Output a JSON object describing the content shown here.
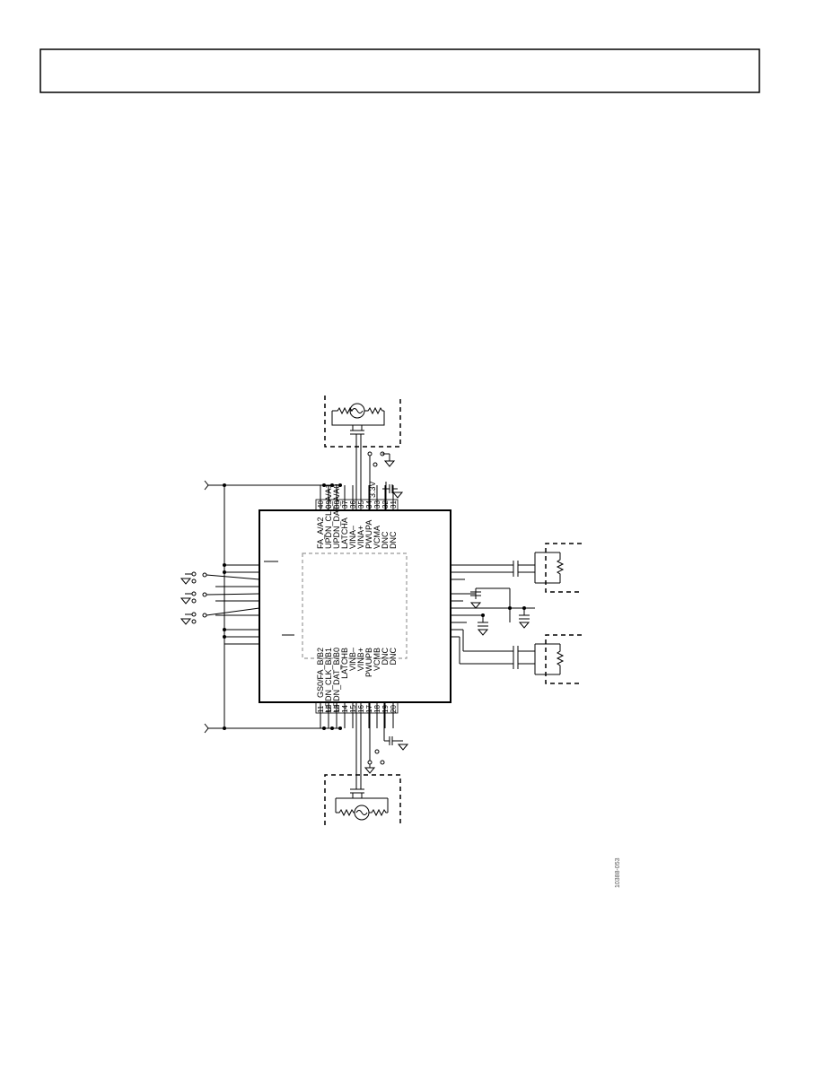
{
  "header": {
    "text": ""
  },
  "schematic": {
    "top_pins": [
      {
        "num": "40",
        "name": "FA_A/A2"
      },
      {
        "num": "39",
        "name": "UPDN_CLK_A/A1"
      },
      {
        "num": "38",
        "name": "UPDN_DAT_A/A0"
      },
      {
        "num": "37",
        "name": "LATCHA"
      },
      {
        "num": "36",
        "name": "VINA–"
      },
      {
        "num": "35",
        "name": "VINA+"
      },
      {
        "num": "34",
        "name": "PWUPA"
      },
      {
        "num": "33",
        "name": "VCMA"
      },
      {
        "num": "32",
        "name": "DNC"
      },
      {
        "num": "31",
        "name": "DNC"
      }
    ],
    "bottom_pins": [
      {
        "num": "11",
        "name": "GS0/FA_B/B2"
      },
      {
        "num": "12",
        "name": "UPDN_CLK_B/B1"
      },
      {
        "num": "13",
        "name": "UPDN_DAT_B/B0"
      },
      {
        "num": "14",
        "name": "LATCHB"
      },
      {
        "num": "15",
        "name": "VINB–"
      },
      {
        "num": "16",
        "name": "VINB+"
      },
      {
        "num": "17",
        "name": "PWUPB"
      },
      {
        "num": "18",
        "name": "VCMB"
      },
      {
        "num": "19",
        "name": "DNC"
      },
      {
        "num": "20",
        "name": "DNC"
      }
    ],
    "supply_label": "3.3V",
    "figure_id": "10388-053"
  },
  "colors": {
    "line": "#000000",
    "dashed": "#999999"
  }
}
